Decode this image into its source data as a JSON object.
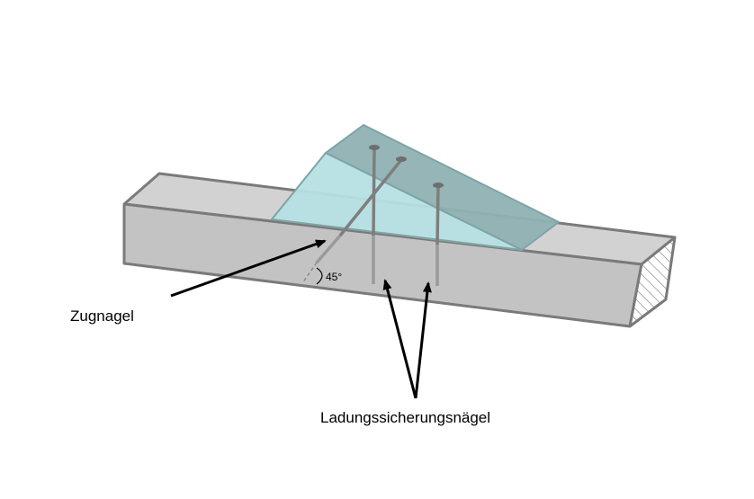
{
  "labels": {
    "pull_nail": "Zugnagel",
    "load_securing_nails": "Ladungssicherungsnägel",
    "angle": "45°"
  },
  "colors": {
    "beam_top": "#d2d2d2",
    "beam_front": "#c3c3c3",
    "beam_edge": "#7a7a7a",
    "wedge_front": "#b6dfe2",
    "wedge_top": "#8fb1b3",
    "wedge_edge": "#7fa4a6",
    "nail": "#8a8a8a",
    "arrow": "#000000"
  }
}
